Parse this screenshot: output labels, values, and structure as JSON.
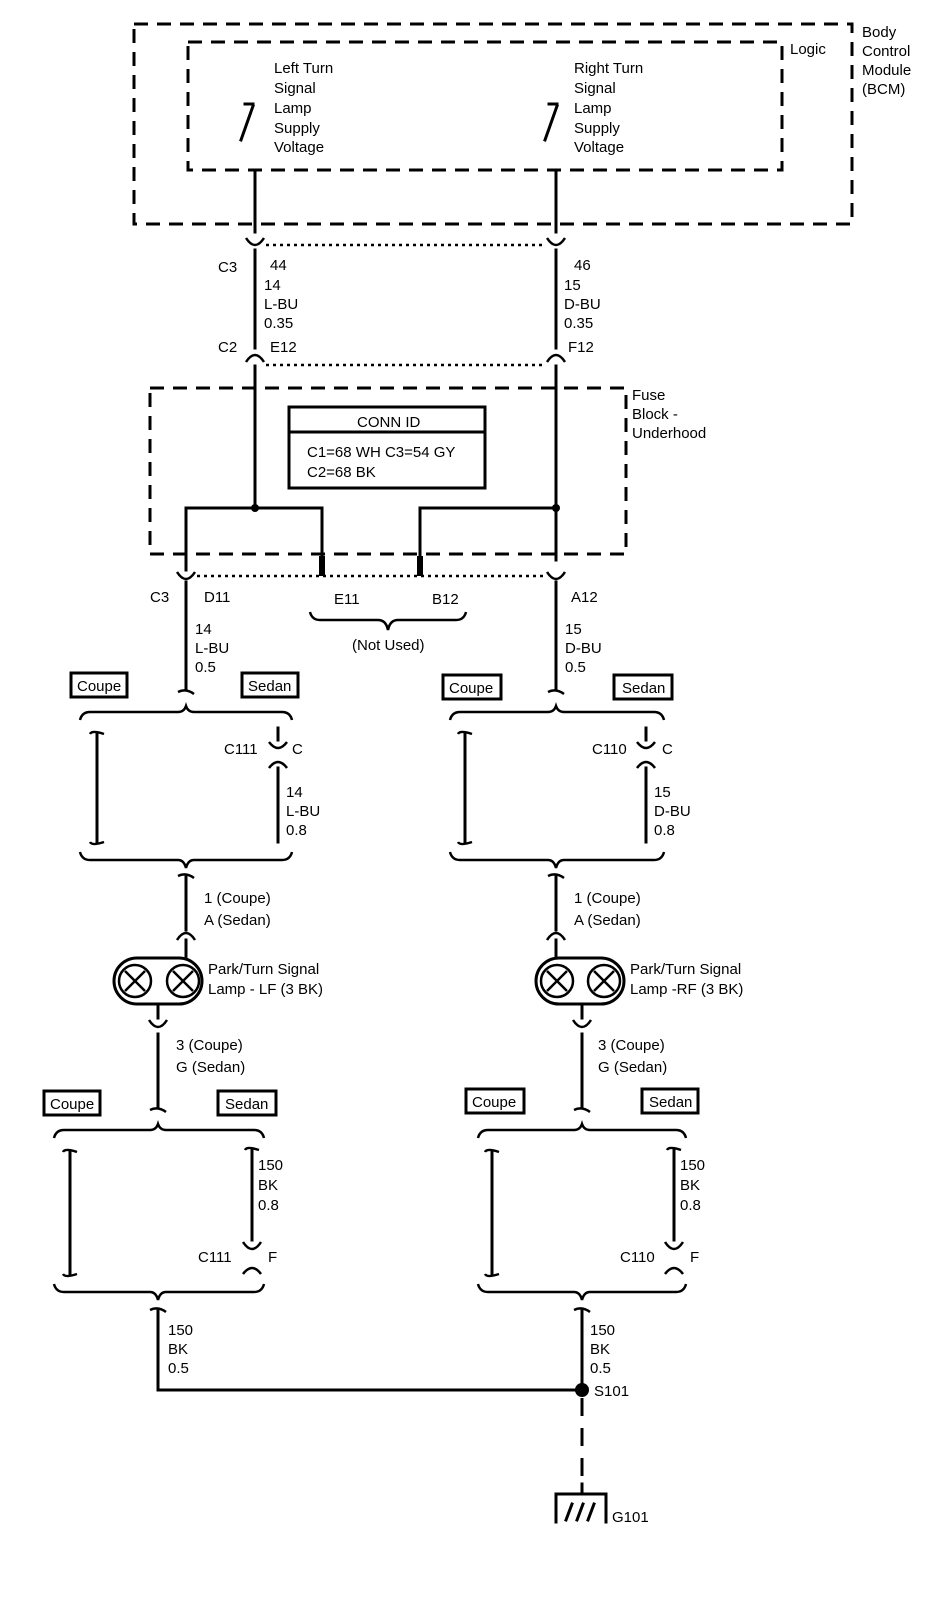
{
  "bcm": {
    "label": [
      "Body",
      "Control",
      "Module",
      "(BCM)"
    ],
    "logic_label": "Logic",
    "left_output": [
      "Left Turn",
      "Signal",
      "Lamp",
      "Supply",
      "Voltage"
    ],
    "right_output": [
      "Right Turn",
      "Signal",
      "Lamp",
      "Supply",
      "Voltage"
    ]
  },
  "top_connectors": {
    "c3": "C3",
    "c2": "C2",
    "left": {
      "pin_c3": "44",
      "circuit": "14",
      "color": "L-BU",
      "gauge": "0.35",
      "pin_c2": "E12"
    },
    "right": {
      "pin_c3": "46",
      "circuit": "15",
      "color": "D-BU",
      "gauge": "0.35",
      "pin_c2": "F12"
    }
  },
  "fuse_block": {
    "label": [
      "Fuse",
      "Block -",
      "Underhood"
    ],
    "conn_id_title": "CONN ID",
    "conn_id_lines": [
      "C1=68 WH  C3=54 GY",
      "C2=68 BK"
    ]
  },
  "lower_connector": {
    "c3": "C3",
    "pins": {
      "d11": "D11",
      "e11": "E11",
      "b12": "B12",
      "a12": "A12"
    },
    "not_used": "(Not Used)",
    "left_wire": {
      "circuit": "14",
      "color": "L-BU",
      "gauge": "0.5"
    },
    "right_wire": {
      "circuit": "15",
      "color": "D-BU",
      "gauge": "0.5"
    }
  },
  "options": {
    "coupe": "Coupe",
    "sedan": "Sedan"
  },
  "left_side": {
    "c111": "C111",
    "pin_c": "C",
    "sedan_wire": {
      "circuit": "14",
      "color": "L-BU",
      "gauge": "0.8"
    },
    "lamp_pin_top": [
      "1 (Coupe)",
      "A (Sedan)"
    ],
    "lamp_label": [
      "Park/Turn Signal",
      "Lamp - LF (3 BK)"
    ],
    "lamp_pin_bottom": [
      "3 (Coupe)",
      "G (Sedan)"
    ],
    "ground_wire": {
      "circuit": "150",
      "color": "BK",
      "gauge": "0.8"
    },
    "pin_f": "F",
    "return_wire": {
      "circuit": "150",
      "color": "BK",
      "gauge": "0.5"
    }
  },
  "right_side": {
    "c110": "C110",
    "pin_c": "C",
    "sedan_wire": {
      "circuit": "15",
      "color": "D-BU",
      "gauge": "0.8"
    },
    "lamp_pin_top": [
      "1 (Coupe)",
      "A (Sedan)"
    ],
    "lamp_label": [
      "Park/Turn Signal",
      "Lamp -RF (3 BK)"
    ],
    "lamp_pin_bottom": [
      "3 (Coupe)",
      "G (Sedan)"
    ],
    "ground_wire": {
      "circuit": "150",
      "color": "BK",
      "gauge": "0.8"
    },
    "pin_f": "F",
    "return_wire": {
      "circuit": "150",
      "color": "BK",
      "gauge": "0.5"
    }
  },
  "splice": "S101",
  "ground": "G101"
}
